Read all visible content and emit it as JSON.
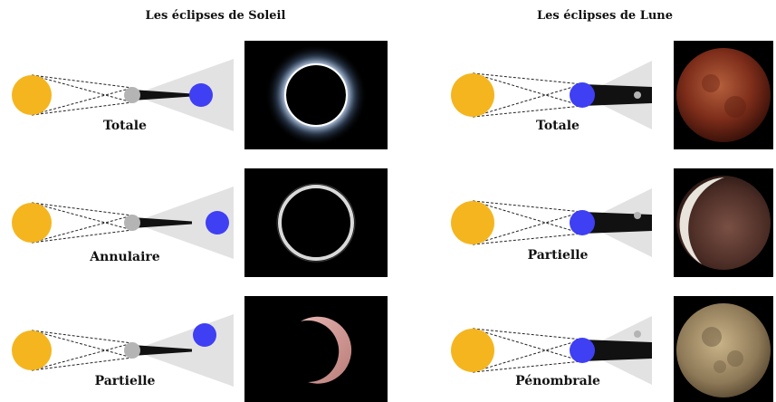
{
  "titles": {
    "solar": "Les éclipses de Soleil",
    "lunar": "Les éclipses de Lune"
  },
  "solar_rows": [
    {
      "label": "Totale",
      "photo": "total-solar-eclipse-corona"
    },
    {
      "label": "Annulaire",
      "photo": "annular-ring-of-fire"
    },
    {
      "label": "Partielle",
      "photo": "partial-solar-crescent"
    }
  ],
  "lunar_rows": [
    {
      "label": "Totale",
      "photo": "blood-moon-total"
    },
    {
      "label": "Partielle",
      "photo": "partial-lunar-shadow"
    },
    {
      "label": "Pénombrale",
      "photo": "penumbral-full-moon"
    }
  ],
  "colors": {
    "sun": "#F5B51F",
    "moon": "#3F3FF4",
    "earth_small": "#B4B4B4",
    "penumbra_cone": "#E2E2E2",
    "umbra_cone": "#111111",
    "photo_bg": "#000000"
  }
}
